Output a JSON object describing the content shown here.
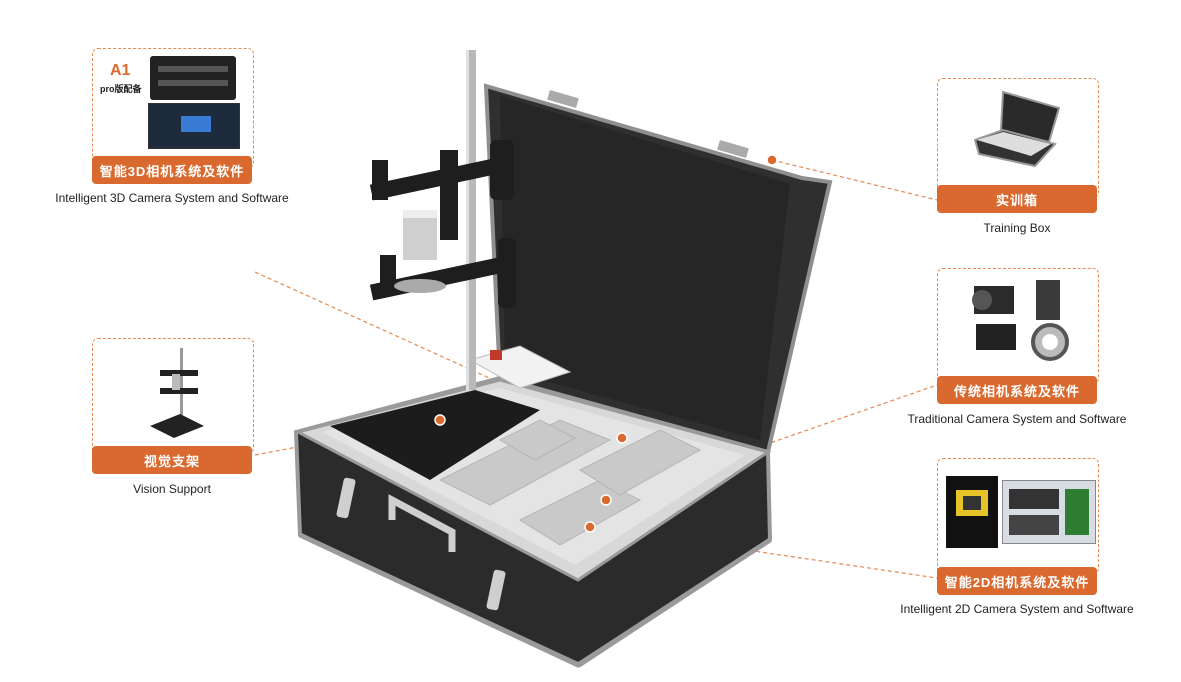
{
  "colors": {
    "accent": "#d9692e",
    "dashed": "#e58a55",
    "case": "#2b2b2b",
    "foam": "#dcdcdc"
  },
  "products": [
    {
      "tag": "智能3D相机系统及软件",
      "caption": "Intelligent 3D Camera System and Software",
      "badge": "A1",
      "badge_note": "pro版配备"
    },
    {
      "tag": "实训箱",
      "caption": "Training Box"
    },
    {
      "tag": "传统相机系统及软件",
      "caption": "Traditional Camera System and Software"
    },
    {
      "tag": "视觉支架",
      "caption": "Vision Support"
    },
    {
      "tag": "智能2D相机系统及软件",
      "caption": "Intelligent 2D Camera System and Software"
    }
  ]
}
